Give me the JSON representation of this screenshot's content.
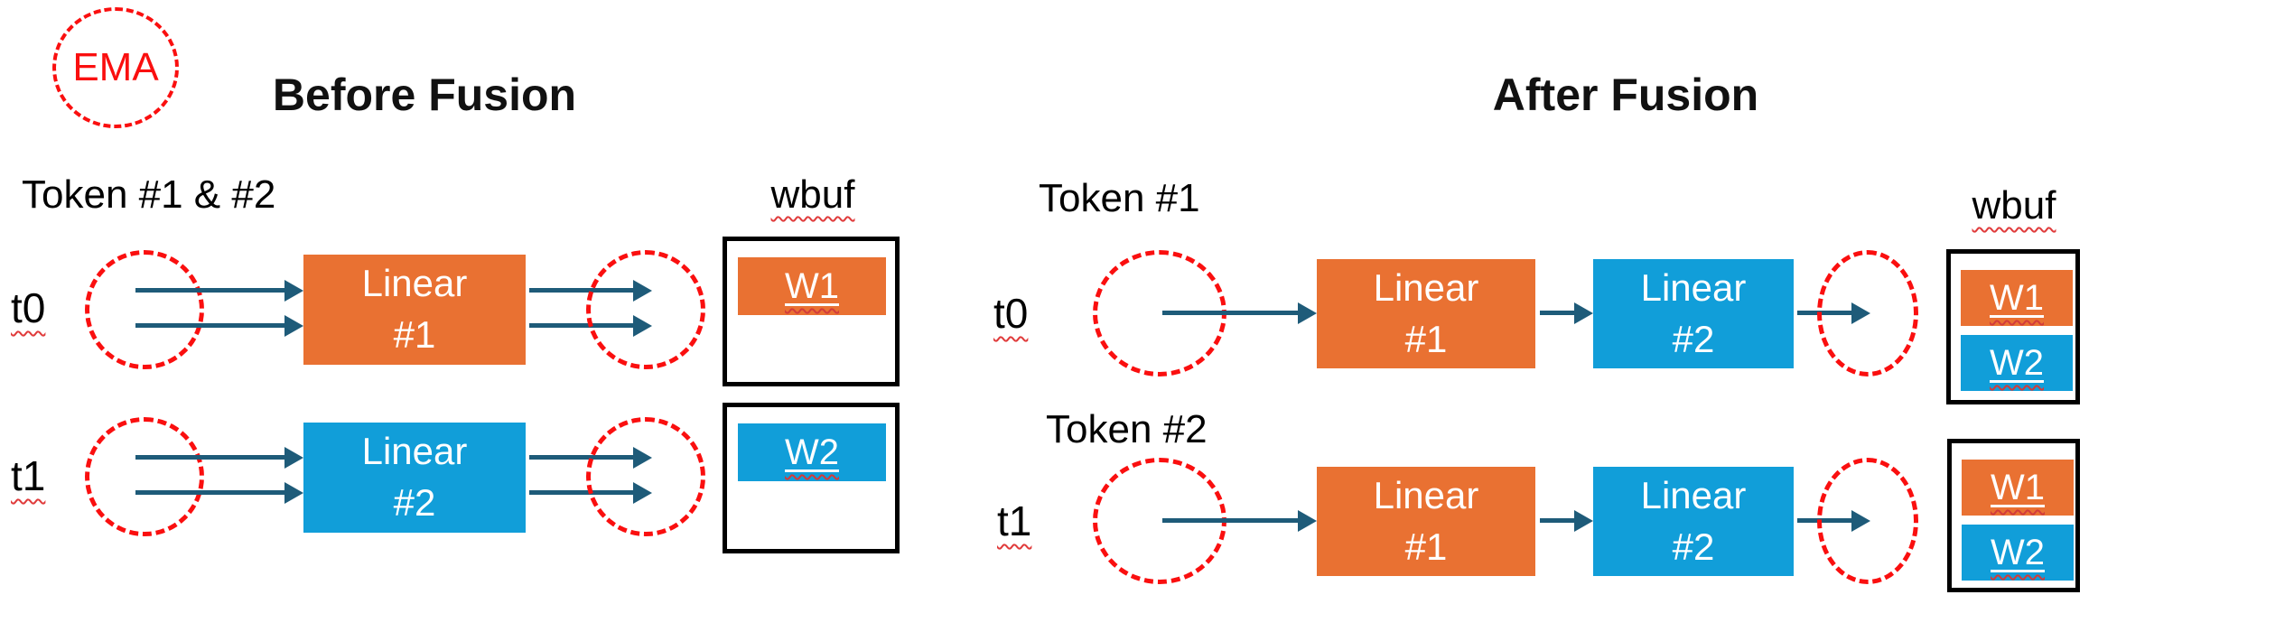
{
  "legend": {
    "ema": "EMA"
  },
  "colors": {
    "box_orange": "#e97132",
    "box_blue": "#119ed9",
    "arrow_teal": "#1e5b79",
    "dashed_red": "#fa0f0f",
    "buffer_border": "#000000",
    "background": "#ffffff"
  },
  "before": {
    "title": "Before Fusion",
    "token_label": "Token #1 & #2",
    "wbuf_label": "wbuf",
    "rows": [
      {
        "time": "t0",
        "box": {
          "line1": "Linear",
          "line2": "#1"
        },
        "wbuf_items": [
          "W1"
        ]
      },
      {
        "time": "t1",
        "box": {
          "line1": "Linear",
          "line2": "#2"
        },
        "wbuf_items": [
          "W2"
        ]
      }
    ]
  },
  "after": {
    "title": "After Fusion",
    "wbuf_label": "wbuf",
    "rows": [
      {
        "time": "t0",
        "token_label": "Token #1",
        "boxes": [
          {
            "line1": "Linear",
            "line2": "#1"
          },
          {
            "line1": "Linear",
            "line2": "#2"
          }
        ],
        "wbuf_items": [
          "W1",
          "W2"
        ]
      },
      {
        "time": "t1",
        "token_label": "Token #2",
        "boxes": [
          {
            "line1": "Linear",
            "line2": "#1"
          },
          {
            "line1": "Linear",
            "line2": "#2"
          }
        ],
        "wbuf_items": [
          "W1",
          "W2"
        ]
      }
    ]
  }
}
